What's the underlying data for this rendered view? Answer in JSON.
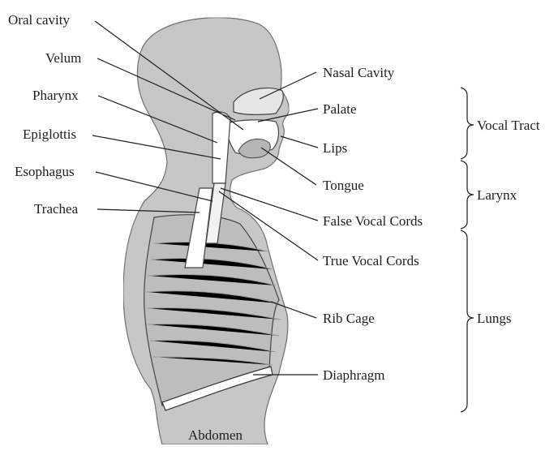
{
  "labels_left": {
    "oral_cavity": "Oral cavity",
    "velum": "Velum",
    "pharynx": "Pharynx",
    "epiglottis": "Epiglottis",
    "esophagus": "Esophagus",
    "trachea": "Trachea"
  },
  "labels_right": {
    "nasal_cavity": "Nasal Cavity",
    "palate": "Palate",
    "lips": "Lips",
    "tongue": "Tongue",
    "false_vocal_cords": "False Vocal Cords",
    "true_vocal_cords": "True Vocal Cords",
    "rib_cage": "Rib Cage",
    "diaphragm": "Diaphragm"
  },
  "groups": {
    "vocal_tract": "Vocal Tract",
    "larynx": "Larynx",
    "lungs": "Lungs"
  },
  "labels_bottom": {
    "abdomen": "Abdomen"
  },
  "colors": {
    "body_fill": "#c9c9c9",
    "cavity_fill": "#ffffff",
    "ink": "#1e1e1e"
  }
}
